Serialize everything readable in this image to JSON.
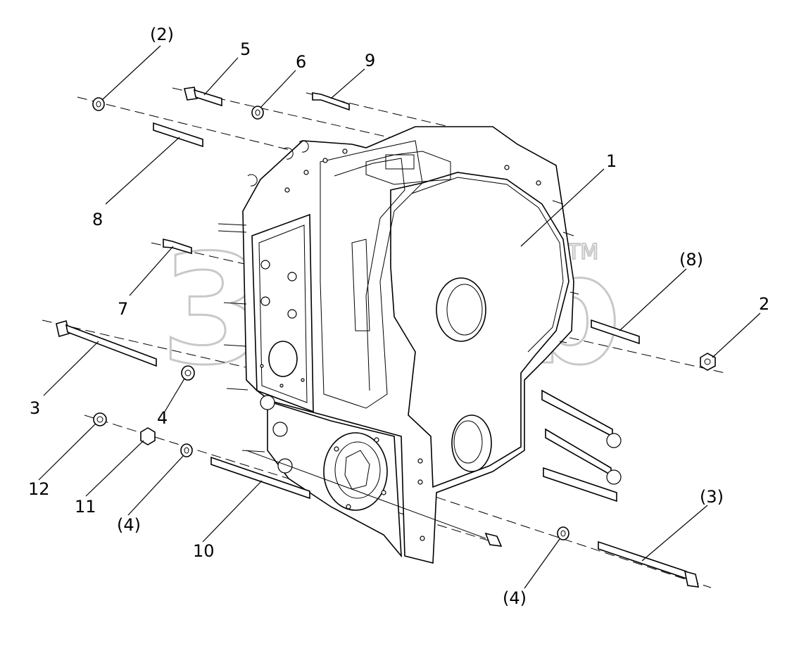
{
  "callouts": {
    "c1": "1",
    "c2": "2",
    "c2p": "(2)",
    "c3": "3",
    "c3p": "(3)",
    "c4a": "4",
    "c4p_left": "(4)",
    "c4p_bottom": "(4)",
    "c5": "5",
    "c6": "6",
    "c7": "7",
    "c8": "8",
    "c8p": "(8)",
    "c9": "9",
    "c10": "10",
    "c11": "11",
    "c12": "12"
  },
  "watermark": {
    "text": "3mcb",
    "mark": "TM"
  }
}
